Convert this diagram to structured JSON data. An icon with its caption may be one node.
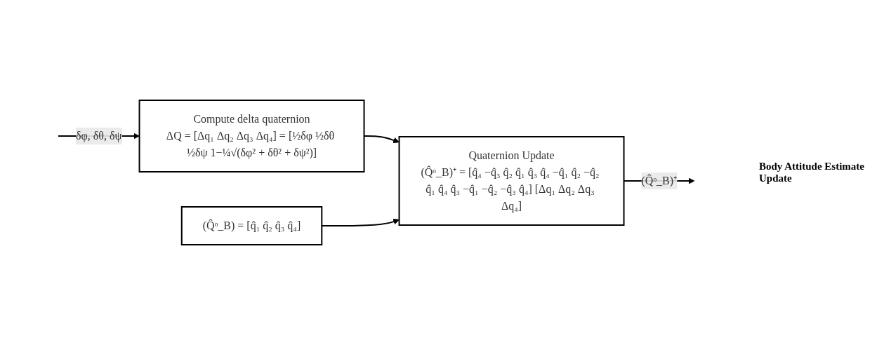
{
  "diagram": {
    "nodes": [
      {
        "text": [
          "Compute delta quaternion",
          "ΔQ = [Δq₁ Δq₂ Δq₃ Δq₄] = [½δφ ½δθ ½δψ 1−¼√(δφ² + δθ² + δψ²)]"
        ]
      },
      {
        "text": [
          "Quaternion Update",
          "(Q̂ᵒ_B)⁺ = [q̂₄ −q̂₃ q̂₂ q̂₁ q̂₃ q̂₄ −q̂₁ q̂₂ −q̂₂ q̂₁ q̂₄ q̂₃ −q̂₁ −q̂₂ −q̂₃ q̂₄] [Δq₁ Δq₂ Δq₃ Δq₄]"
        ]
      },
      {
        "text": [
          "(Q̂ᵒ_B) = [q̂₁ q̂₂ q̂₃ q̂₄]"
        ]
      }
    ],
    "edges": [
      {
        "from": null,
        "to": 0,
        "arrow": "to",
        "label": "δφ, δθ, δψ"
      },
      {
        "from": 0,
        "to": 1,
        "arrow": "to"
      },
      {
        "from": 1,
        "to": null,
        "arrow": "to",
        "label": "(Q̂ᵒ_B)⁺"
      },
      {
        "from": 2,
        "to": 1,
        "arrow": "to"
      }
    ],
    "labels": [
      "Body Attitude Estimate Update"
    ]
  }
}
